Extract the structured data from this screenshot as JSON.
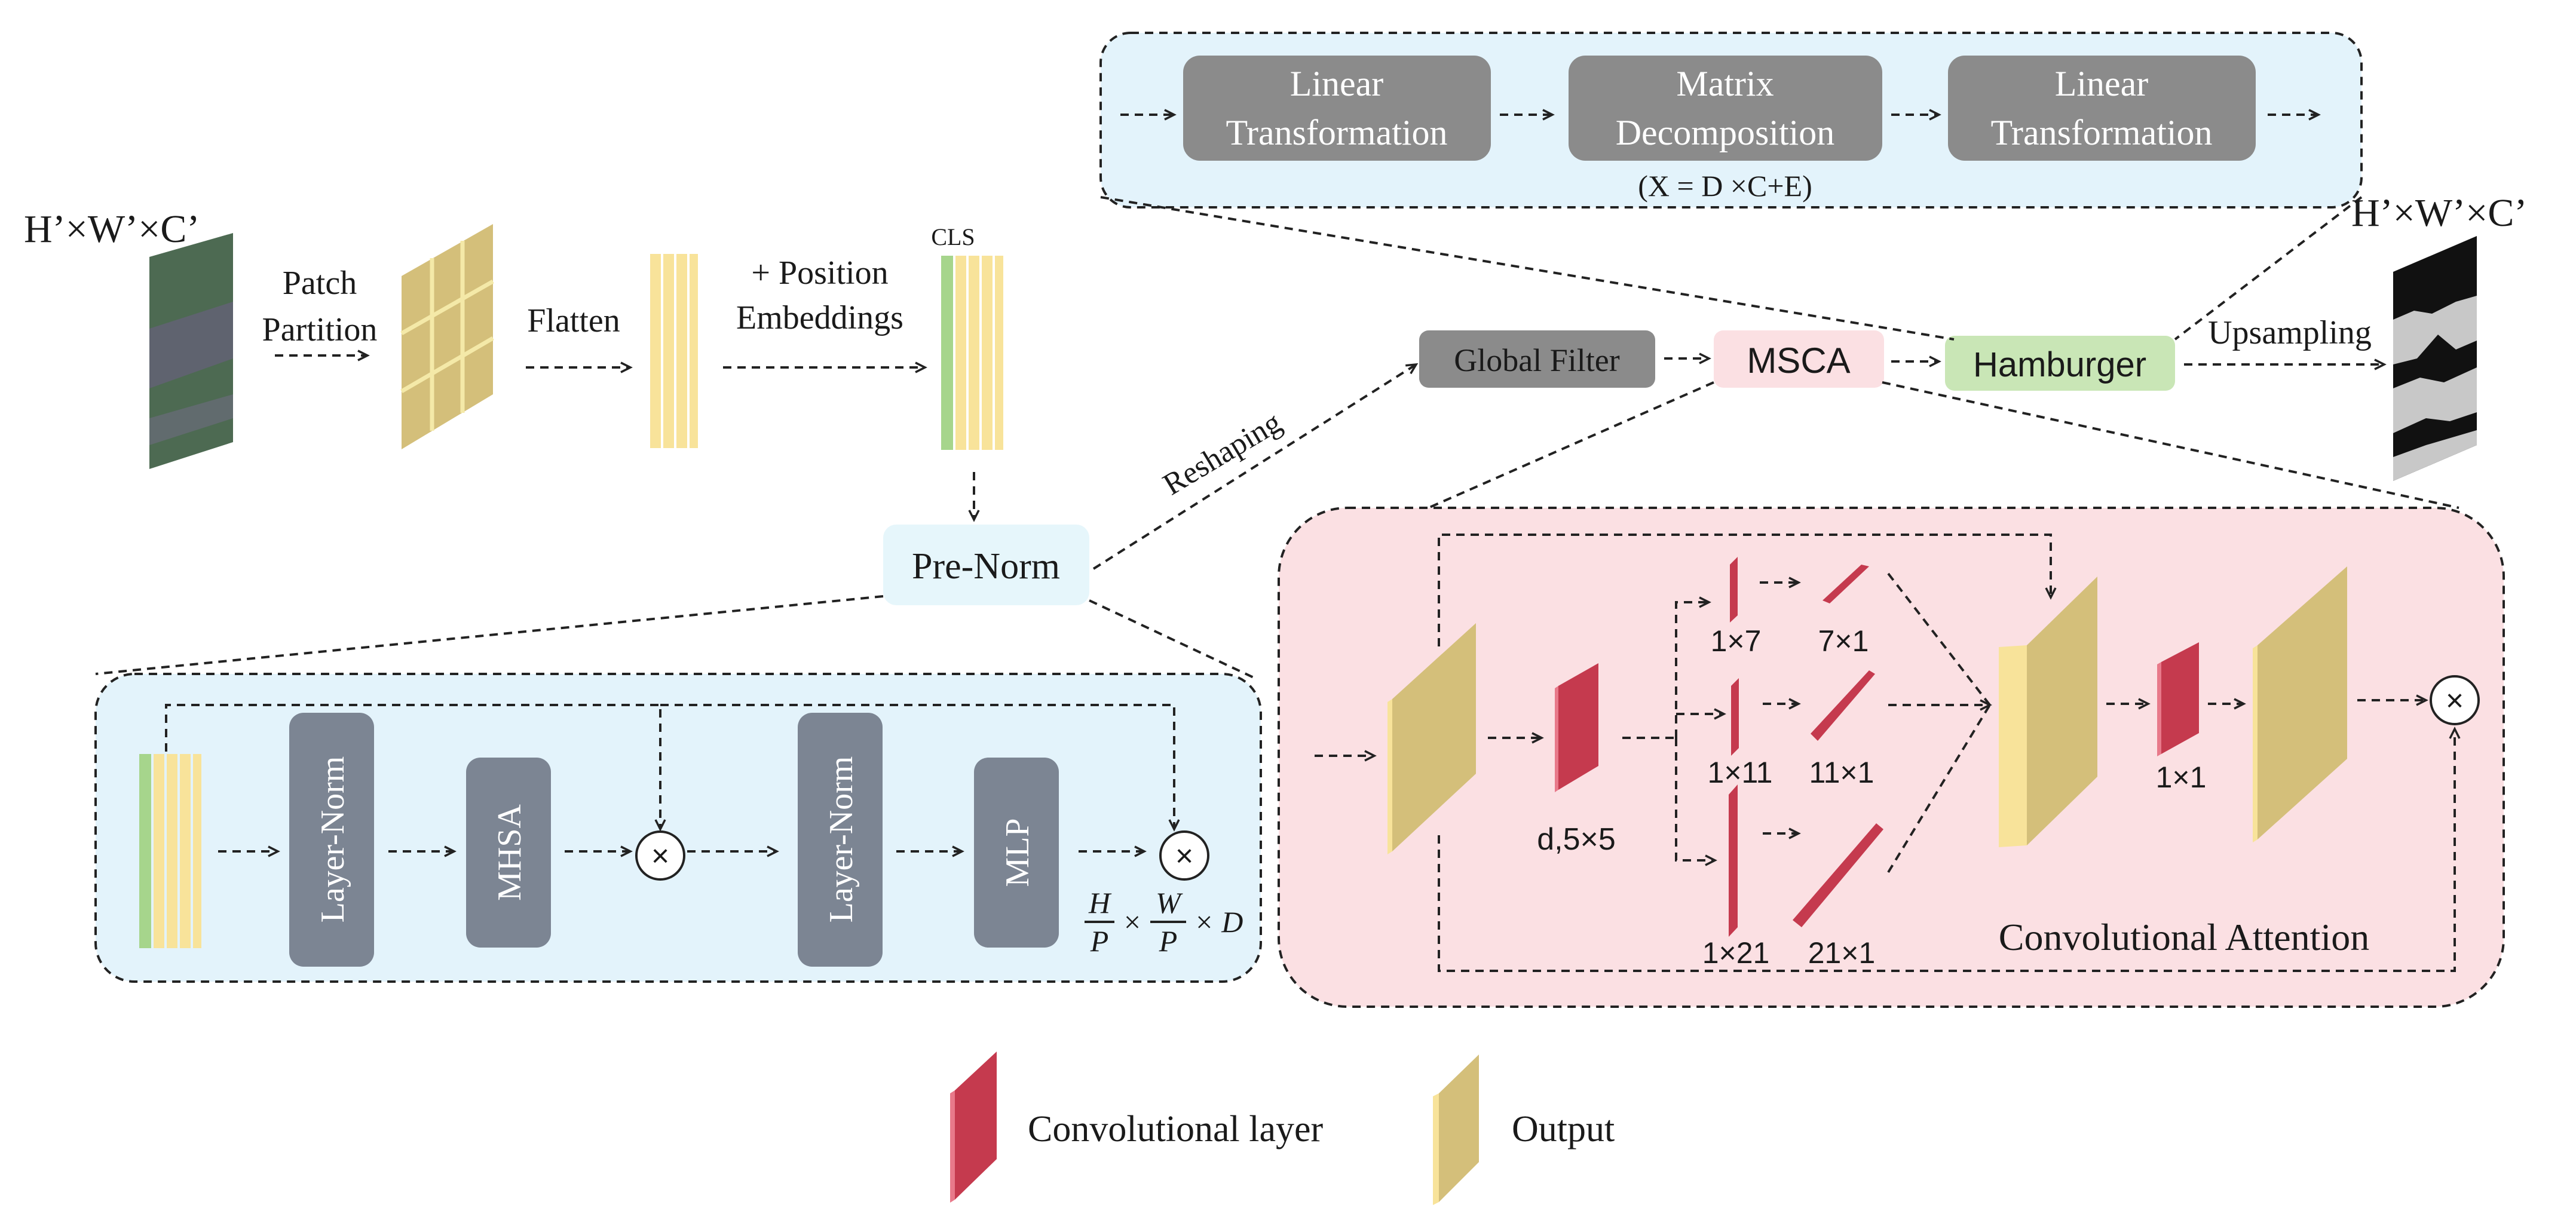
{
  "input": {
    "dims": "H’×W’×C’"
  },
  "patch": {
    "line1": "Patch",
    "line2": "Partition"
  },
  "flatten": {
    "label": "Flatten"
  },
  "position": {
    "line1": "+ Position",
    "line2": "Embeddings"
  },
  "cls": {
    "label": "CLS"
  },
  "prenorm": {
    "label": "Pre-Norm"
  },
  "reshaping": {
    "label": "Reshaping"
  },
  "global_filter": {
    "label": "Global Filter"
  },
  "msca": {
    "label": "MSCA"
  },
  "hamburger": {
    "label": "Hamburger",
    "linear1": {
      "line1": "Linear",
      "line2": "Transformation"
    },
    "matrix": {
      "line1": "Matrix",
      "line2": "Decomposition",
      "formula": "(X = D ×C+E)"
    },
    "linear2": {
      "line1": "Linear",
      "line2": "Transformation"
    }
  },
  "upsampling": {
    "label": "Upsampling"
  },
  "output": {
    "dims": "H’×W’×C’"
  },
  "transformer": {
    "layernorm1": "Layer-Norm",
    "mhsa": "MHSA",
    "layernorm2": "Layer-Norm",
    "mlp": "MLP",
    "multiply": "×",
    "dims": {
      "h": "H",
      "p": "P",
      "w": "W",
      "d": "× D"
    }
  },
  "conv_attention": {
    "title": "Convolutional Attention",
    "d5x5": "d,5×5",
    "k1x7": "1×7",
    "k7x1": "7×1",
    "k1x11": "1×11",
    "k11x1": "11×1",
    "k1x21": "1×21",
    "k21x1": "21×1",
    "k1x1": "1×1",
    "multiply": "×"
  },
  "legend": {
    "conv": "Convolutional layer",
    "output": "Output"
  },
  "colors": {
    "light_blue": "#e3f3fb",
    "pink": "#fbe0e3",
    "gray_box": "#8b8b8b",
    "slate_box": "#7c8593",
    "green": "#c9e6b6",
    "conv_red": "#c53a4e",
    "output_tan": "#d4bf7a",
    "yellow": "#f8e39a"
  }
}
